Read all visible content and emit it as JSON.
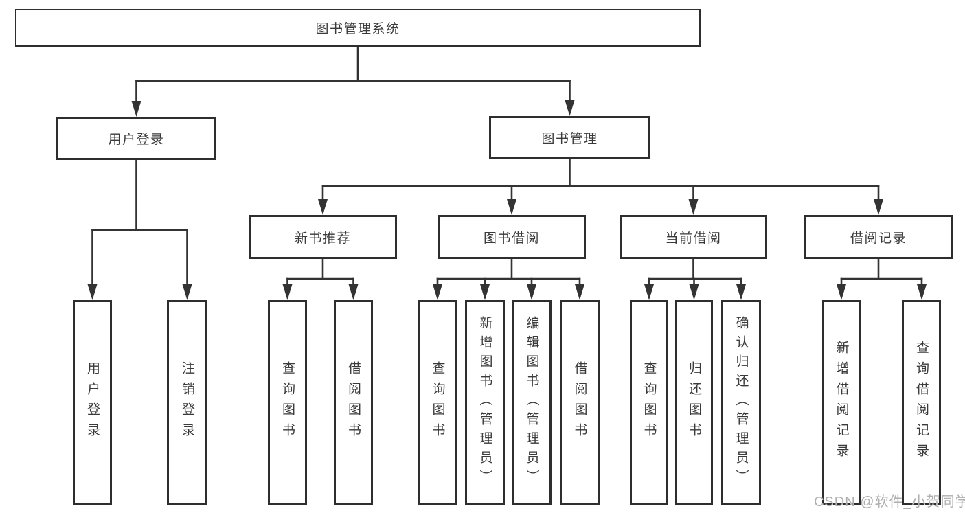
{
  "nodes": {
    "root": "图书管理系统",
    "user_login": "用户登录",
    "book_mgmt": "图书管理",
    "new_books": "新书推荐",
    "book_borrow": "图书借阅",
    "current_borrow": "当前借阅",
    "borrow_records": "借阅记录",
    "leaf_user_login": "用户登录",
    "leaf_logout": "注销登录",
    "leaf_nb_query": "查询图书",
    "leaf_nb_borrow": "借阅图书",
    "leaf_bb_query": "查询图书",
    "leaf_bb_add": "新增图书（管理员）",
    "leaf_bb_edit": "编辑图书（管理员）",
    "leaf_bb_borrow": "借阅图书",
    "leaf_cb_query": "查询图书",
    "leaf_cb_return": "归还图书",
    "leaf_cb_confirm": "确认归还（管理员）",
    "leaf_br_add": "新增借阅记录",
    "leaf_br_query": "查询借阅记录"
  },
  "watermark": "CSDN @软件_小贺同学",
  "colors": {
    "line": "#333333",
    "border": "#2e2e2e",
    "text": "#3a3a3a",
    "watermark": "#b0aeae",
    "background": "#ffffff"
  }
}
